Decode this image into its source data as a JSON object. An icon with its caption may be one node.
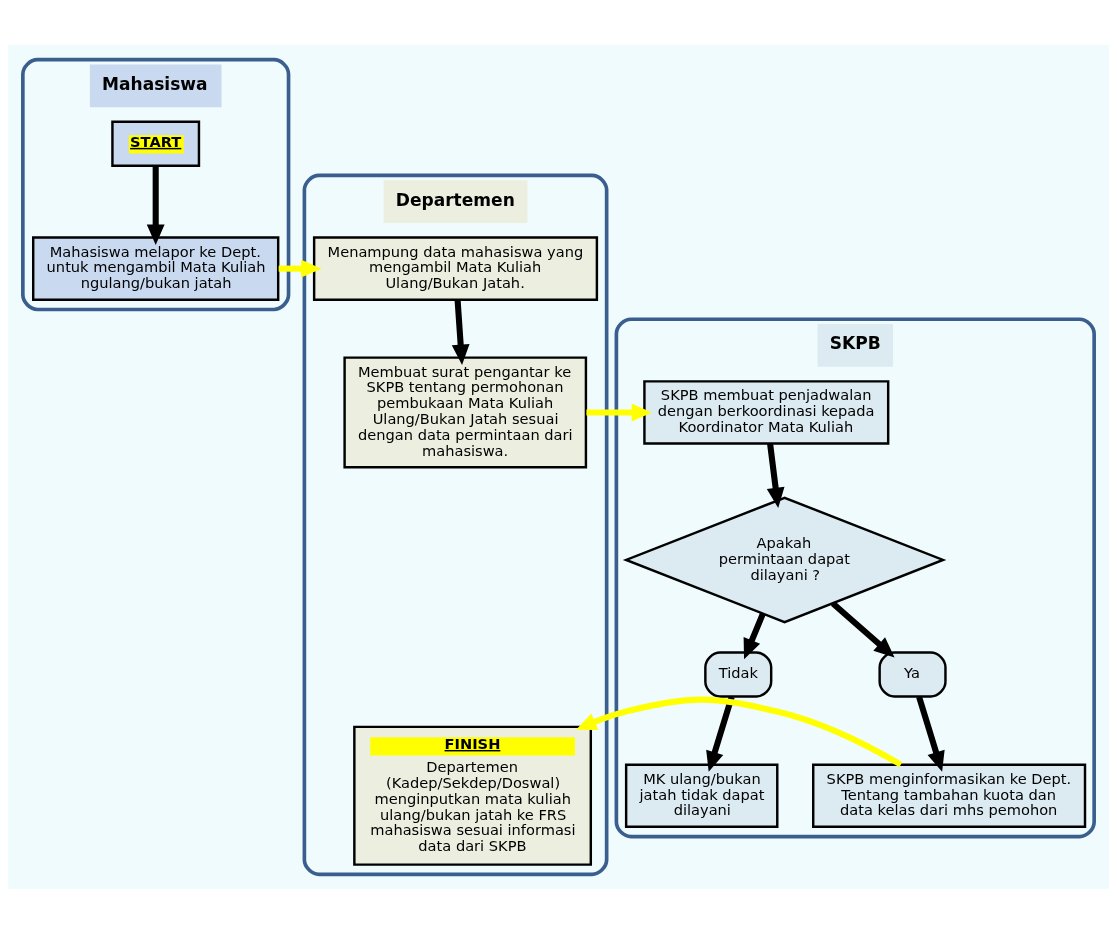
{
  "diagram": {
    "nodes": [
      {
        "text": [
          "Mahasiswa"
        ]
      },
      {
        "text": [
          "START"
        ],
        "in": 0
      },
      {
        "text": [
          "Mahasiswa melapor ke Dept. untuk mengambil Mata Kuliah ngulang/bukan jatah"
        ],
        "in": 0
      },
      {
        "text": [
          "Departemen"
        ]
      },
      {
        "text": [
          "Menampung data mahasiswa yang mengambil Mata Kuliah Ulang/Bukan Jatah."
        ],
        "in": 3
      },
      {
        "text": [
          "Membuat surat pengantar ke SKPB tentang permohonan pembukaan Mata Kuliah Ulang/Bukan Jatah sesuai dengan data permintaan dari mahasiswa."
        ],
        "in": 3
      },
      {
        "text": [
          "FINISH",
          "Departemen (Kadep/Sekdep/Doswal) menginputkan mata kuliah ulang/bukan jatah ke FRS mahasiswa sesuai informasi data dari SKPB"
        ],
        "in": 3
      },
      {
        "text": [
          "SKPB"
        ]
      },
      {
        "text": [
          "SKPB membuat penjadwalan dengan berkoordinasi kepada Koordinator Mata Kuliah"
        ],
        "in": 7
      },
      {
        "text": [
          "Apakah permintaan dapat dilayani ?"
        ],
        "in": 7
      },
      {
        "text": [
          "Tidak"
        ],
        "in": 7
      },
      {
        "text": [
          "MK ulang/bukan jatah tidak dapat dilayani"
        ],
        "in": 7
      },
      {
        "text": [
          "Ya"
        ],
        "in": 7
      },
      {
        "text": [
          "SKPB menginformasikan ke Dept. Tentang tambahan kuota dan data kelas dari mhs pemohon"
        ],
        "in": 7
      }
    ],
    "edges": [
      {
        "from": 1,
        "to": 2,
        "arrow": "to"
      },
      {
        "from": 2,
        "to": 4,
        "arrow": "to",
        "color": "#ffff00"
      },
      {
        "from": 4,
        "to": 5,
        "arrow": "to"
      },
      {
        "from": 5,
        "to": 8,
        "arrow": "to",
        "color": "#ffff00"
      },
      {
        "from": 8,
        "to": 9,
        "arrow": "to"
      },
      {
        "from": 9,
        "to": 10,
        "arrow": "to"
      },
      {
        "from": 10,
        "to": 11,
        "arrow": "to"
      },
      {
        "from": 9,
        "to": 12,
        "arrow": "to"
      },
      {
        "from": 12,
        "to": 13,
        "arrow": "to"
      },
      {
        "from": 13,
        "to": 6,
        "arrow": "to",
        "color": "#ffff00"
      }
    ]
  }
}
